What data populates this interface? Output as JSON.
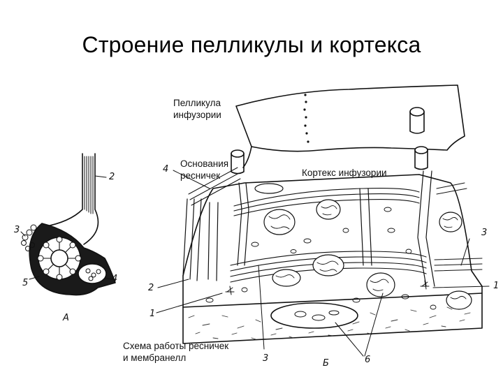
{
  "title": "Строение пелликулы и кортекса",
  "labels": {
    "pellicle": [
      "Пелликула",
      "инфузории"
    ],
    "cilia_base": [
      "Основания",
      "ресничек"
    ],
    "cortex": "Кортекс инфузории",
    "scheme": [
      "Схема работы ресничек",
      "и мембранелл"
    ]
  },
  "figure_marks": {
    "left_2": "2",
    "left_3": "3",
    "left_4": "4",
    "left_5": "5",
    "left_A": "А",
    "right_4": "4",
    "right_2": "2",
    "right_1": "1",
    "right_3_side": "3",
    "right_1_side": "1",
    "right_3_bottom": "3",
    "right_6": "6",
    "right_B": "Б"
  },
  "colors": {
    "ink": "#111111",
    "background": "#ffffff"
  }
}
